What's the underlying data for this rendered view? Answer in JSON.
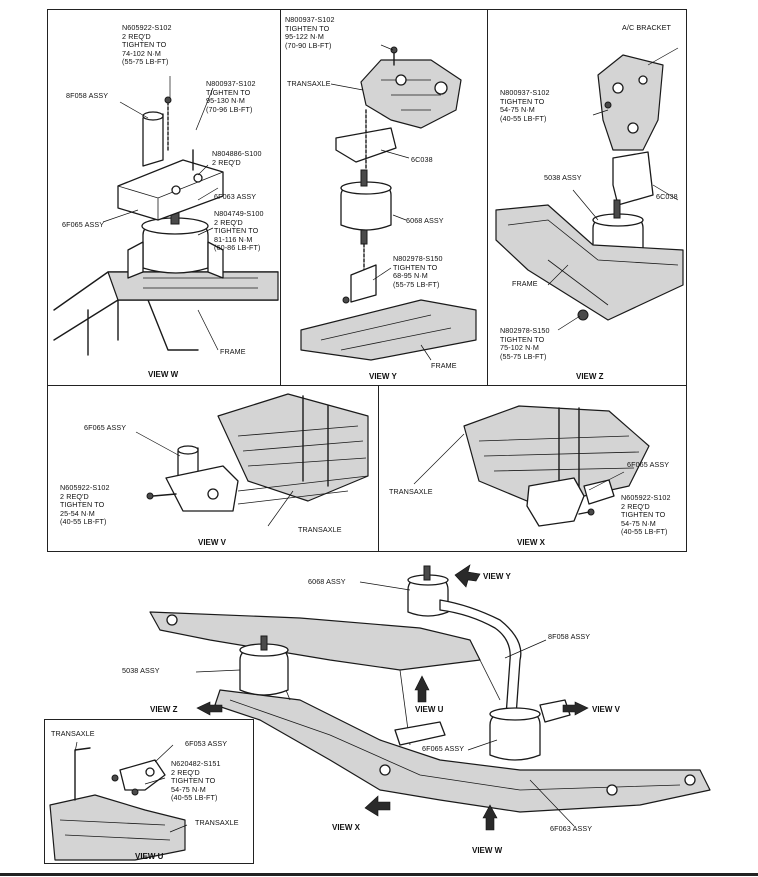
{
  "view_w": {
    "caption": "VIEW W",
    "labels": [
      "N605922-S102\n2 REQ'D\nTIGHTEN TO\n74-102 N·m\n(55-75 LB-FT)",
      "8F058 ASSY",
      "N800937-S102\nTIGHTEN TO\n95-130 N·m\n(70-96 LB-FT)",
      "N804886-S100\n2 REQ'D",
      "6F063 ASSY",
      "6F065 ASSY",
      "N804749-S100\n2 REQ'D\nTIGHTEN TO\n81-116 N·m\n(60-86 LB-FT)",
      "FRAME"
    ]
  },
  "view_y": {
    "caption": "VIEW Y",
    "labels": [
      "N800937-S102\nTIGHTEN TO\n95-122 N·m\n(70-90 LB-FT)",
      "TRANSAXLE",
      "6C038",
      "6068 ASSY",
      "N802978-S150\nTIGHTEN TO\n68-95 N·m\n(55-75 LB-FT)",
      "FRAME"
    ]
  },
  "view_z": {
    "caption": "VIEW Z",
    "labels": [
      "A/C BRACKET",
      "N800937-S102\nTIGHTEN TO\n54-75 N·m\n(40-55 LB-FT)",
      "6C038",
      "5038 ASSY",
      "FRAME",
      "N802978-S150\nTIGHTEN TO\n75-102 N·m\n(55-75 LB-FT)"
    ]
  },
  "view_v": {
    "caption": "VIEW V",
    "labels": [
      "6F065 ASSY",
      "N605922-S102\n2 REQ'D\nTIGHTEN TO\n25-54 N·m\n(40-55 LB-FT)",
      "TRANSAXLE"
    ]
  },
  "view_x": {
    "caption": "VIEW X",
    "labels": [
      "TRANSAXLE",
      "6F065 ASSY",
      "N605922-S102\n2 REQ'D\nTIGHTEN TO\n54-75 N·m\n(40-55 LB-FT)"
    ]
  },
  "main": {
    "labels": [
      "6068 ASSY",
      "VIEW Y",
      "8F058 ASSY",
      "5038 ASSY",
      "VIEW Z",
      "VIEW U",
      "VIEW V",
      "6F065 ASSY",
      "VIEW X",
      "VIEW W",
      "6F063 ASSY"
    ]
  },
  "view_u": {
    "caption": "VIEW U",
    "labels": [
      "TRANSAXLE",
      "6F053 ASSY",
      "N620482-S151\n2 REQ'D\nTIGHTEN TO\n54-75 N·m\n(40-55 LB-FT)",
      "TRANSAXLE"
    ]
  }
}
